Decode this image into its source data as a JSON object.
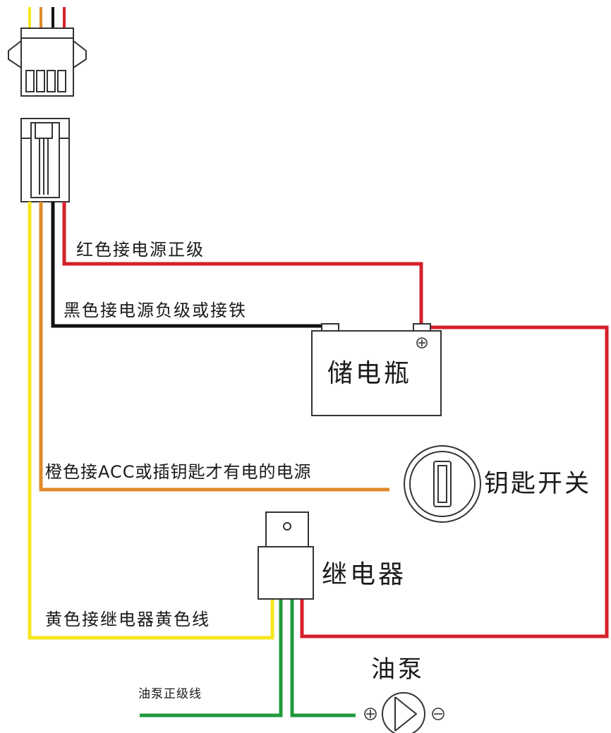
{
  "labels": {
    "red_wire": "红色接电源正级",
    "black_wire": "黑色接电源负级或接铁",
    "orange_wire": "橙色接ACC或插钥匙才有电的电源",
    "yellow_wire": "黄色接继电器黄色线",
    "green_wire": "油泵正级线",
    "battery": "储电瓶",
    "key_switch": "钥匙开关",
    "relay": "继电器",
    "fuel_pump": "油泵"
  },
  "colors": {
    "red": "#d4202a",
    "black": "#111111",
    "orange": "#e08a2a",
    "yellow": "#f5e61c",
    "green": "#1f9a3c",
    "outline": "#333333"
  },
  "icons": {
    "battery_terminal_positive": "plus-circle-icon",
    "pump_positive": "plus-circle-icon",
    "pump_negative": "minus-circle-icon",
    "key_switch": "key-slot-icon",
    "connector": "4-pin-connector-icon"
  }
}
